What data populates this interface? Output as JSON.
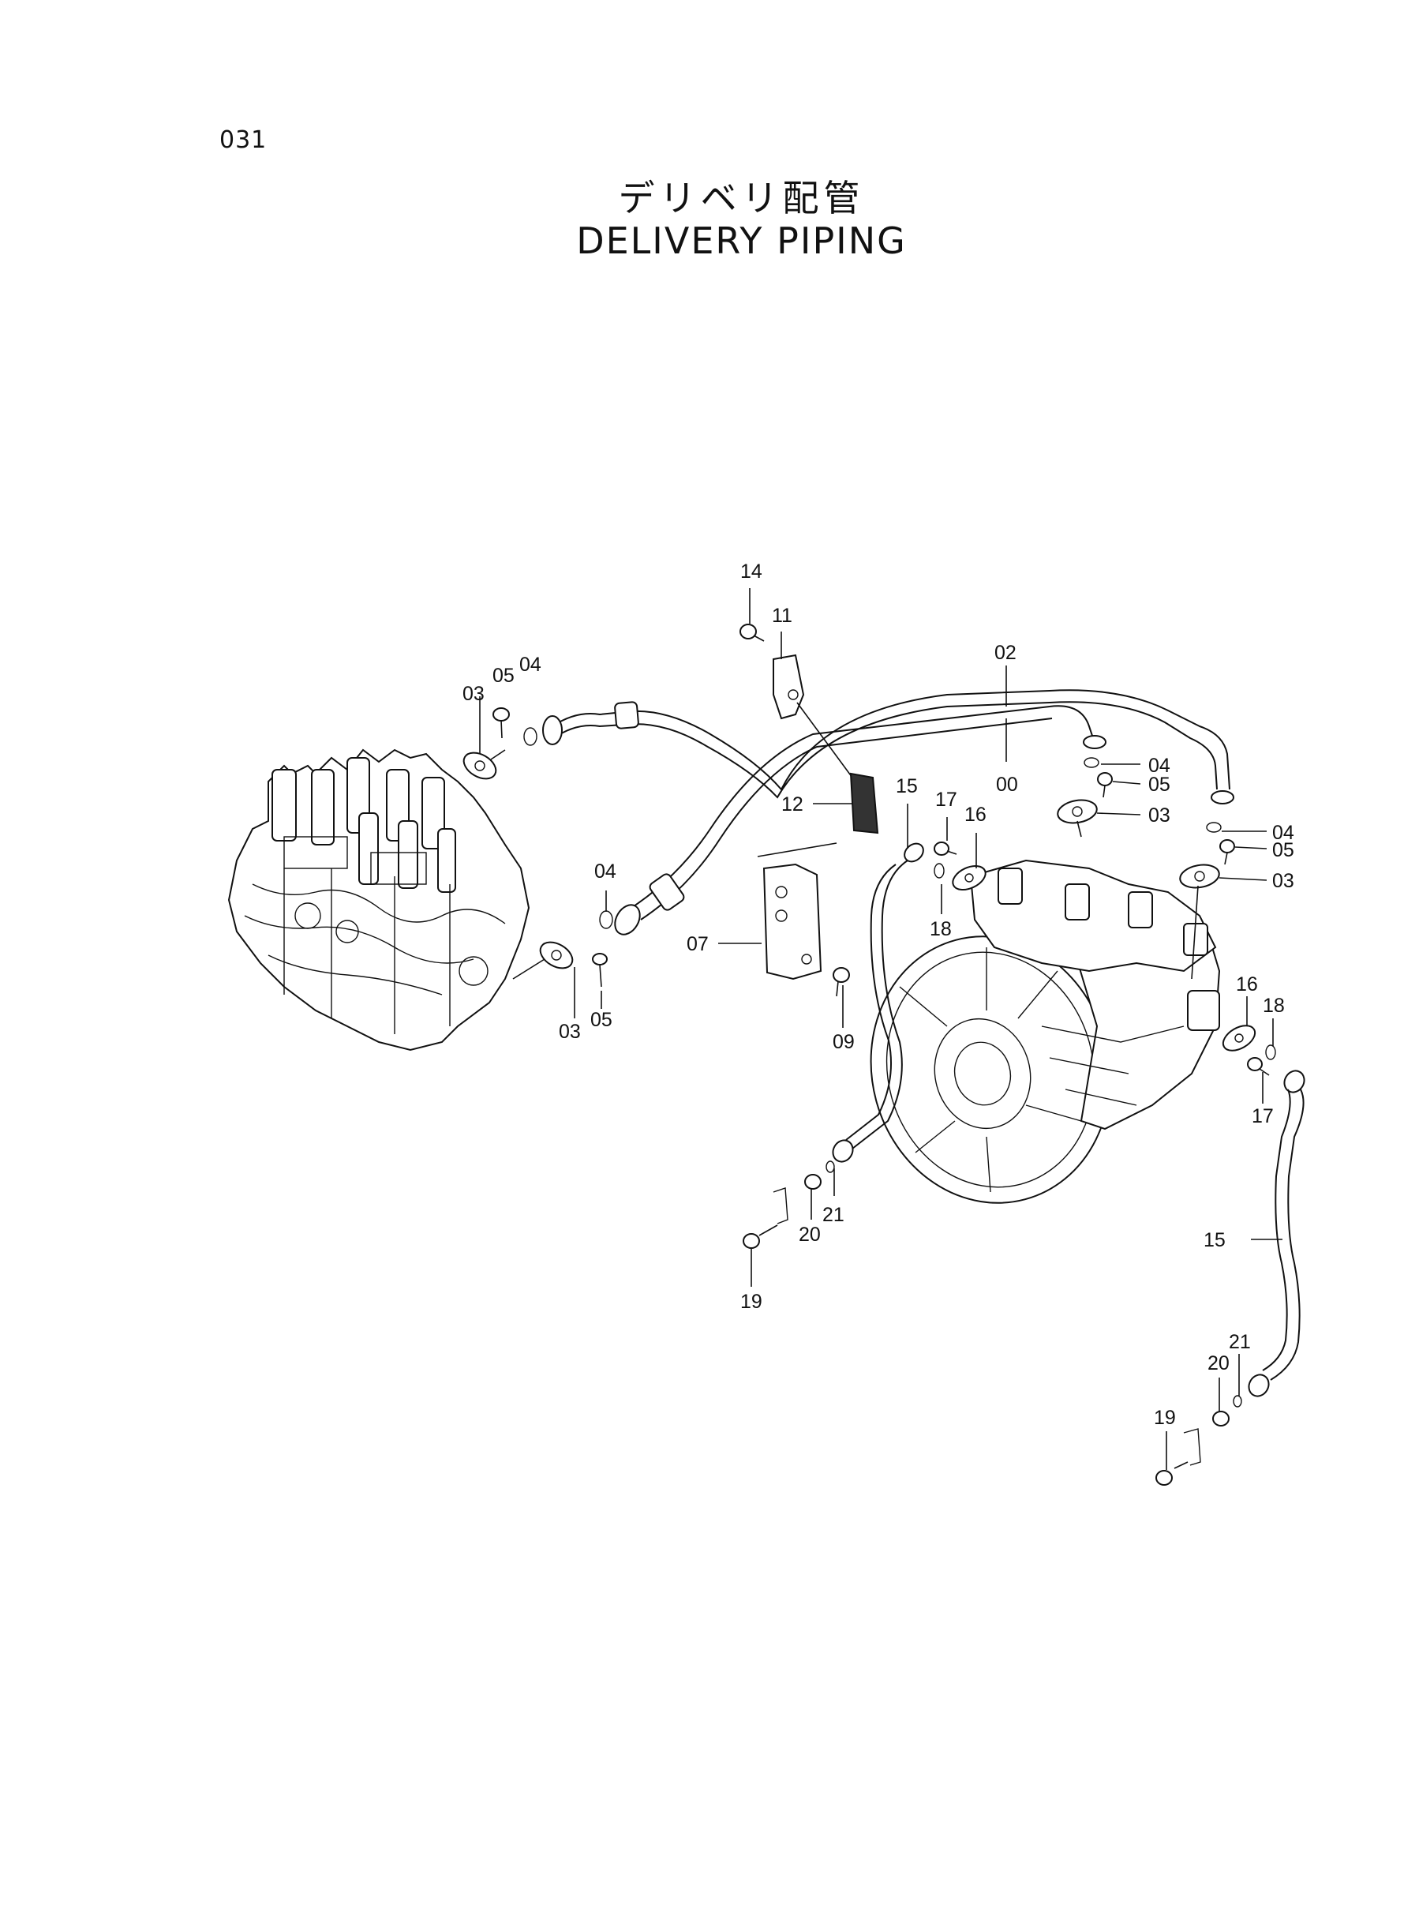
{
  "page": {
    "number": "031"
  },
  "title": {
    "japanese": "デリベリ配管",
    "english": "DELIVERY  PIPING"
  },
  "callouts": [
    {
      "id": "c14a",
      "text": "14"
    },
    {
      "id": "c11",
      "text": "11"
    },
    {
      "id": "c02",
      "text": "02"
    },
    {
      "id": "c00",
      "text": "00"
    },
    {
      "id": "c03a",
      "text": "03"
    },
    {
      "id": "c05a",
      "text": "05"
    },
    {
      "id": "c04a",
      "text": "04"
    },
    {
      "id": "c12",
      "text": "12"
    },
    {
      "id": "c15a",
      "text": "15"
    },
    {
      "id": "c17a",
      "text": "17"
    },
    {
      "id": "c16a",
      "text": "16"
    },
    {
      "id": "c18a",
      "text": "18"
    },
    {
      "id": "c04b",
      "text": "04"
    },
    {
      "id": "c05b",
      "text": "05"
    },
    {
      "id": "c03b",
      "text": "03"
    },
    {
      "id": "c04c",
      "text": "04"
    },
    {
      "id": "c05c",
      "text": "05"
    },
    {
      "id": "c03c",
      "text": "03"
    },
    {
      "id": "c04d",
      "text": "04"
    },
    {
      "id": "c03d",
      "text": "03"
    },
    {
      "id": "c05d",
      "text": "05"
    },
    {
      "id": "c07",
      "text": "07"
    },
    {
      "id": "c09",
      "text": "09"
    },
    {
      "id": "c16b",
      "text": "16"
    },
    {
      "id": "c18b",
      "text": "18"
    },
    {
      "id": "c17b",
      "text": "17"
    },
    {
      "id": "c21a",
      "text": "21"
    },
    {
      "id": "c20a",
      "text": "20"
    },
    {
      "id": "c19a",
      "text": "19"
    },
    {
      "id": "c15b",
      "text": "15"
    },
    {
      "id": "c21b",
      "text": "21"
    },
    {
      "id": "c20b",
      "text": "20"
    },
    {
      "id": "c19b",
      "text": "19"
    }
  ]
}
